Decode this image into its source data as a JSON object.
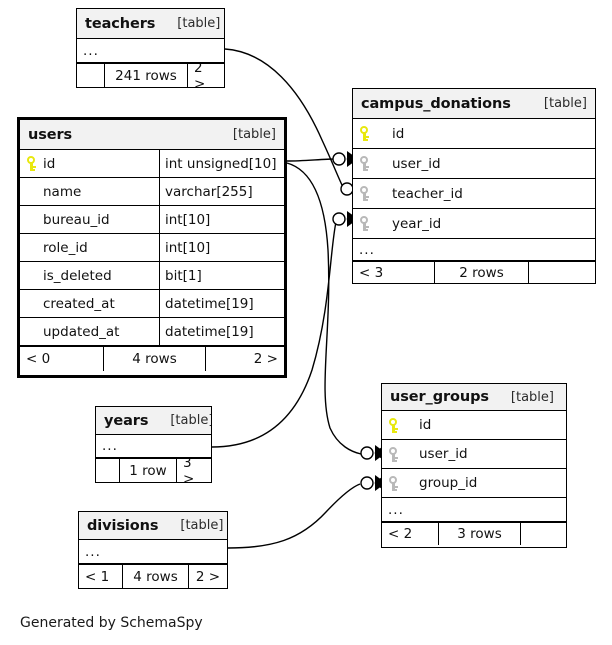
{
  "diagram": {
    "generator_note": "Generated by SchemaSpy",
    "table_tag": "[table]",
    "ellipsis": "...",
    "colors": {
      "key_primary": "#e8e80f",
      "key_foreign": "#b9b9b9",
      "header_bg": "#f2f2f2",
      "border": "#000000"
    }
  },
  "tables": {
    "teachers": {
      "name": "teachers",
      "tag": "[table]",
      "ellipsis": "...",
      "footer": {
        "left": "",
        "center": "241 rows",
        "right": "2 >"
      }
    },
    "users": {
      "name": "users",
      "tag": "[table]",
      "columns": [
        {
          "key": "pk",
          "name": "id",
          "type": "int unsigned[10]"
        },
        {
          "key": "none",
          "name": "name",
          "type": "varchar[255]"
        },
        {
          "key": "none",
          "name": "bureau_id",
          "type": "int[10]"
        },
        {
          "key": "none",
          "name": "role_id",
          "type": "int[10]"
        },
        {
          "key": "none",
          "name": "is_deleted",
          "type": "bit[1]"
        },
        {
          "key": "none",
          "name": "created_at",
          "type": "datetime[19]"
        },
        {
          "key": "none",
          "name": "updated_at",
          "type": "datetime[19]"
        }
      ],
      "footer": {
        "left": "< 0",
        "center": "4 rows",
        "right": "2 >"
      }
    },
    "campus_donations": {
      "name": "campus_donations",
      "tag": "[table]",
      "columns": [
        {
          "key": "pk",
          "name": "id"
        },
        {
          "key": "fk",
          "name": "user_id"
        },
        {
          "key": "fk",
          "name": "teacher_id"
        },
        {
          "key": "fk",
          "name": "year_id"
        }
      ],
      "ellipsis": "...",
      "footer": {
        "left": "< 3",
        "center": "2 rows",
        "right": ""
      }
    },
    "user_groups": {
      "name": "user_groups",
      "tag": "[table]",
      "columns": [
        {
          "key": "pk",
          "name": "id"
        },
        {
          "key": "fk",
          "name": "user_id"
        },
        {
          "key": "fk",
          "name": "group_id"
        }
      ],
      "ellipsis": "...",
      "footer": {
        "left": "< 2",
        "center": "3 rows",
        "right": ""
      }
    },
    "years": {
      "name": "years",
      "tag": "[table]",
      "ellipsis": "...",
      "footer": {
        "left": "",
        "center": "1 row",
        "right": "3 >"
      }
    },
    "divisions": {
      "name": "divisions",
      "tag": "[table]",
      "ellipsis": "...",
      "footer": {
        "left": "< 1",
        "center": "4 rows",
        "right": "2 >"
      }
    }
  },
  "relationships": [
    {
      "from": "teachers",
      "to": "campus_donations.teacher_id",
      "cardinality": "zero-or-many"
    },
    {
      "from": "users.id",
      "to": "campus_donations.user_id",
      "cardinality": "zero-or-many"
    },
    {
      "from": "users.id",
      "to": "user_groups.user_id",
      "cardinality": "zero-or-many"
    },
    {
      "from": "years",
      "to": "campus_donations.year_id",
      "cardinality": "zero-or-many"
    },
    {
      "from": "divisions",
      "to": "user_groups.group_id",
      "cardinality": "zero-or-many"
    }
  ]
}
